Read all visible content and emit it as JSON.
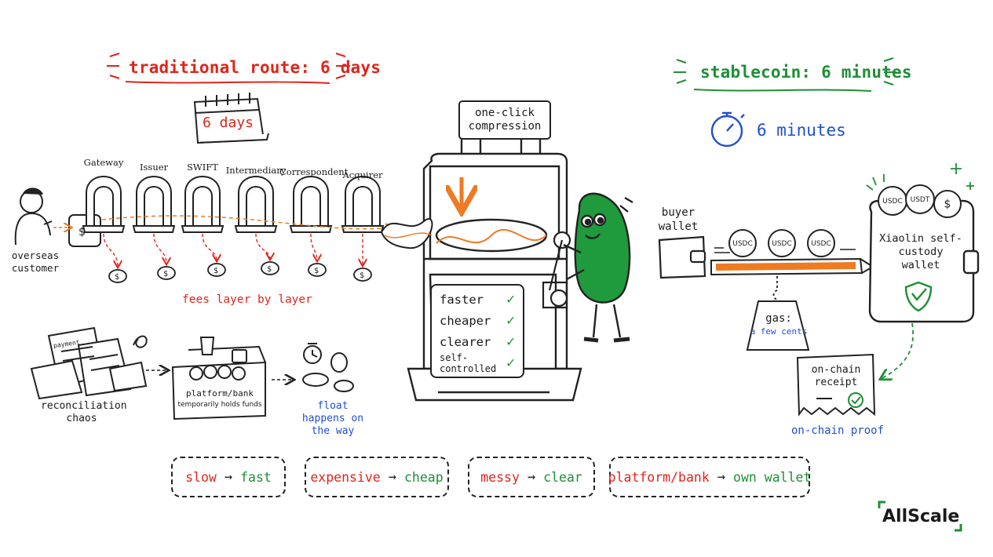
{
  "traditional": {
    "title": "traditional route: 6 days",
    "calendar_text": "6 days",
    "customer_label": "overseas customer",
    "stages": [
      "Gateway",
      "Issuer",
      "SWIFT",
      "Intermediary",
      "Correspondent",
      "Acquirer"
    ],
    "fees_label": "fees layer by layer",
    "reconciliation_label": "reconciliation chaos",
    "paper_label": "payment",
    "holds_label_line1": "platform/bank",
    "holds_label_line2": "temporarily holds funds",
    "float_label": "float happens on the way"
  },
  "machine": {
    "sign": "one-click compression",
    "benefits": [
      "faster",
      "cheaper",
      "clearer",
      "self-controlled"
    ]
  },
  "stablecoin": {
    "title": "stablecoin: 6 minutes",
    "timer_text": "6 minutes",
    "buyer_wallet_label": "buyer wallet",
    "coins_on_rail": [
      "USDC",
      "USDC",
      "USDC"
    ],
    "gas_label": "gas:",
    "gas_value": "a few cents",
    "wallet_coins": [
      "USDC",
      "USDT",
      "$"
    ],
    "wallet_label": "Xiaolin self-custody wallet",
    "receipt_label": "on-chain receipt",
    "proof_label": "on-chain proof"
  },
  "comparisons": [
    {
      "from": "slow",
      "to": "fast"
    },
    {
      "from": "expensive",
      "to": "cheap"
    },
    {
      "from": "messy",
      "to": "clear"
    },
    {
      "from": "platform/bank",
      "to": "own wallet"
    }
  ],
  "arrow_glyph": "→",
  "brand": "AllScale",
  "colors": {
    "red": "#e0241b",
    "green": "#1e8f35",
    "blue": "#1f4fd1",
    "orange": "#ef7a22",
    "mascot": "#1f9a3c"
  }
}
